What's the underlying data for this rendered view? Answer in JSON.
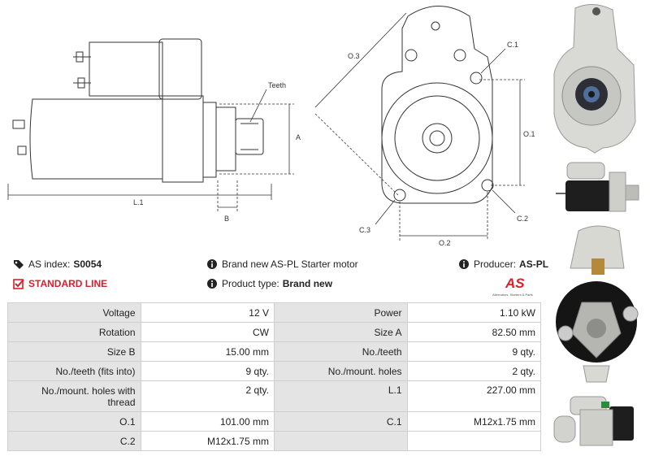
{
  "diagram": {
    "labels": {
      "teeth": "Teeth",
      "a": "A",
      "b": "B",
      "l1": "L.1",
      "o3": "O.3",
      "o1": "O.1",
      "o2": "O.2",
      "c1_top": "C.1",
      "c2": "C.2",
      "c3": "C.3"
    }
  },
  "info": {
    "as_index_label": "AS index:",
    "as_index_value": "S0054",
    "description": "Brand new AS-PL Starter motor",
    "producer_label": "Producer:",
    "producer_value": "AS-PL",
    "line": "STANDARD LINE",
    "product_type_label": "Product type:",
    "product_type_value": "Brand new",
    "logo_text": "AS",
    "logo_tagline": "Alternators, Starters & Parts"
  },
  "specs": {
    "rows": [
      {
        "l1": "Voltage",
        "v1": "12 V",
        "l2": "Power",
        "v2": "1.10 kW"
      },
      {
        "l1": "Rotation",
        "v1": "CW",
        "l2": "Size A",
        "v2": "82.50 mm"
      },
      {
        "l1": "Size B",
        "v1": "15.00 mm",
        "l2": "No./teeth",
        "v2": "9 qty."
      },
      {
        "l1": "No./teeth (fits into)",
        "v1": "9 qty.",
        "l2": "No./mount. holes",
        "v2": "2 qty."
      },
      {
        "l1": "No./mount. holes with thread",
        "v1": "2 qty.",
        "l2": "L.1",
        "v2": "227.00 mm"
      },
      {
        "l1": "O.1",
        "v1": "101.00 mm",
        "l2": "C.1",
        "v2": "M12x1.75 mm"
      },
      {
        "l1": "C.2",
        "v1": "M12x1.75 mm",
        "l2": "",
        "v2": ""
      }
    ]
  },
  "colors": {
    "accent_red": "#d7202b",
    "label_cell": "#e4e4e4",
    "border": "#cfcfcf"
  }
}
